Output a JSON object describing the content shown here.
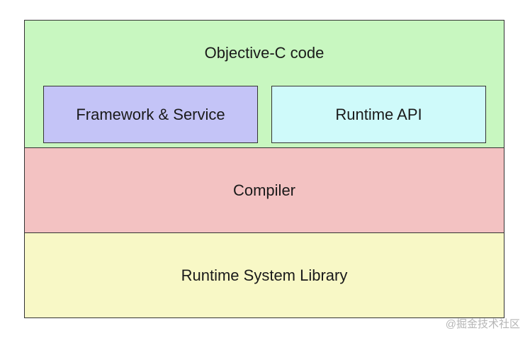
{
  "diagram": {
    "top_layer": {
      "title": "Objective-C code",
      "color": "#c8f7c0",
      "boxes": [
        {
          "label": "Framework & Service",
          "color": "#c4c4f7"
        },
        {
          "label": "Runtime API",
          "color": "#cffafa"
        }
      ]
    },
    "middle_layer": {
      "title": "Compiler",
      "color": "#f3c2c2"
    },
    "bottom_layer": {
      "title": "Runtime System Library",
      "color": "#f8f8c6"
    }
  },
  "watermark": {
    "text": "@掘金技术社区"
  }
}
